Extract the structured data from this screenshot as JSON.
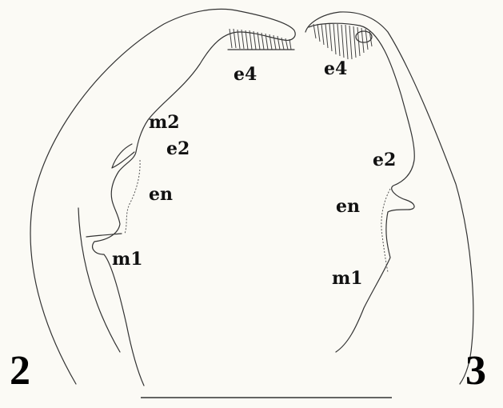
{
  "figures": [
    {
      "number": "2",
      "labels": {
        "e4": "e4",
        "m2": "m2",
        "e2": "e2",
        "en": "en",
        "m1": "m1"
      }
    },
    {
      "number": "3",
      "labels": {
        "e4": "e4",
        "e2": "e2",
        "en": "en",
        "m1": "m1"
      }
    }
  ],
  "scale_bar": "scale-bar"
}
